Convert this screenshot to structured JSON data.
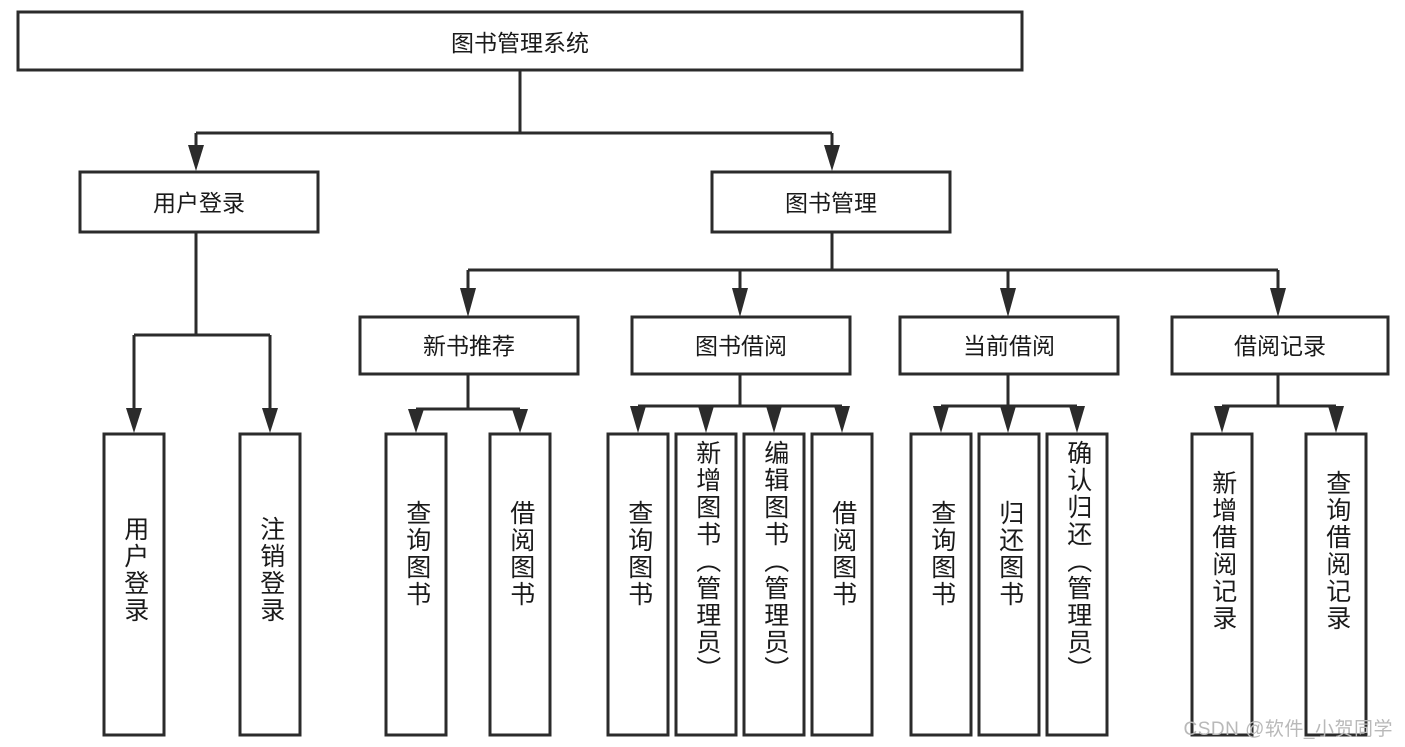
{
  "diagram": {
    "title": "图书管理系统",
    "type": "tree",
    "root": {
      "id": "root",
      "label": "图书管理系统",
      "orientation": "horizontal"
    },
    "level1": [
      {
        "id": "user-login",
        "label": "用户登录",
        "orientation": "horizontal"
      },
      {
        "id": "book-management",
        "label": "图书管理",
        "orientation": "horizontal"
      }
    ],
    "level2": [
      {
        "id": "new-book-recommend",
        "label": "新书推荐",
        "parent": "book-management",
        "orientation": "horizontal"
      },
      {
        "id": "book-borrow",
        "label": "图书借阅",
        "parent": "book-management",
        "orientation": "horizontal"
      },
      {
        "id": "current-borrow",
        "label": "当前借阅",
        "parent": "book-management",
        "orientation": "horizontal"
      },
      {
        "id": "borrow-record",
        "label": "借阅记录",
        "parent": "book-management",
        "orientation": "horizontal"
      }
    ],
    "leaves": [
      {
        "id": "leaf-user-login",
        "label": "用户登录",
        "parent": "user-login",
        "orientation": "vertical"
      },
      {
        "id": "leaf-user-logout",
        "label": "注销登录",
        "parent": "user-login",
        "orientation": "vertical"
      },
      {
        "id": "leaf-query-book-1",
        "label": "查询图书",
        "parent": "new-book-recommend",
        "orientation": "vertical"
      },
      {
        "id": "leaf-borrow-book-1",
        "label": "借阅图书",
        "parent": "new-book-recommend",
        "orientation": "vertical"
      },
      {
        "id": "leaf-query-book-2",
        "label": "查询图书",
        "parent": "book-borrow",
        "orientation": "vertical"
      },
      {
        "id": "leaf-add-book",
        "label": "新增图书（管理员）",
        "parent": "book-borrow",
        "orientation": "vertical"
      },
      {
        "id": "leaf-edit-book",
        "label": "编辑图书（管理员）",
        "parent": "book-borrow",
        "orientation": "vertical"
      },
      {
        "id": "leaf-borrow-book-2",
        "label": "借阅图书",
        "parent": "book-borrow",
        "orientation": "vertical"
      },
      {
        "id": "leaf-query-book-3",
        "label": "查询图书",
        "parent": "current-borrow",
        "orientation": "vertical"
      },
      {
        "id": "leaf-return-book",
        "label": "归还图书",
        "parent": "current-borrow",
        "orientation": "vertical"
      },
      {
        "id": "leaf-confirm-return",
        "label": "确认归还（管理员）",
        "parent": "current-borrow",
        "orientation": "vertical"
      },
      {
        "id": "leaf-add-record",
        "label": "新增借阅记录",
        "parent": "borrow-record",
        "orientation": "vertical"
      },
      {
        "id": "leaf-query-record",
        "label": "查询借阅记录",
        "parent": "borrow-record",
        "orientation": "vertical"
      }
    ],
    "colors": {
      "stroke": "#2b2b2b",
      "fill": "#ffffff",
      "text": "#1a1a1a",
      "watermark": "#b9b9b9",
      "background": "#ffffff"
    }
  },
  "watermark": {
    "text": "CSDN @软件_小贺同学"
  }
}
